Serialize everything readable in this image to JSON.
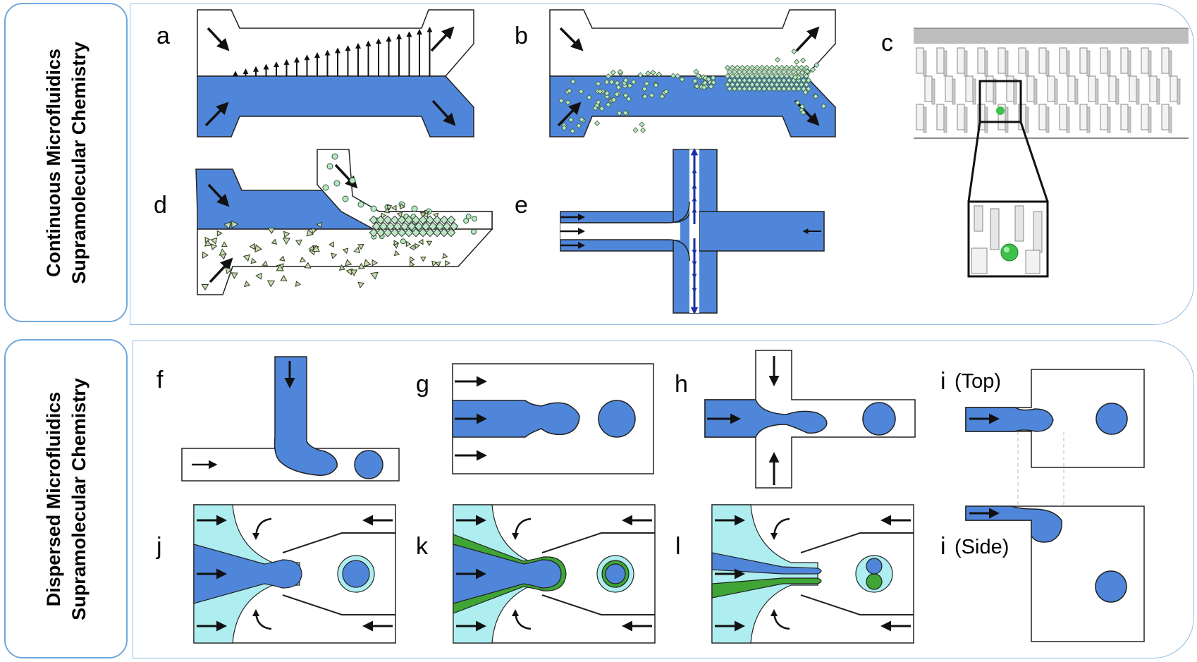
{
  "sections": {
    "continuous": {
      "line1": "Continuous Microfluidics",
      "line2": "Supramolecular Chemistry"
    },
    "dispersed": {
      "line1": "Dispersed Microfluidics",
      "line2": "Supramolecular Chemistry"
    }
  },
  "panels": {
    "a": "a",
    "b": "b",
    "c": "c",
    "d": "d",
    "e": "e",
    "f": "f",
    "g": "g",
    "h": "h",
    "i": "i",
    "i_top": "(Top)",
    "i_side": "(Side)",
    "j": "j",
    "k": "k",
    "l": "l"
  },
  "colors": {
    "blue_phase": "#4f86d9",
    "dark_blue": "#1a2ea8",
    "cyan_phase": "#aeeef0",
    "green_phase": "#3fa535",
    "particle_fill": "#b9e7c4",
    "pillar": "#e6e6e6",
    "panel_border": "#8dbce6",
    "label_border": "#6fa8dc"
  },
  "icons": [
    "arrow-icon",
    "particle-icon",
    "pillar-array-icon",
    "droplet-icon"
  ]
}
